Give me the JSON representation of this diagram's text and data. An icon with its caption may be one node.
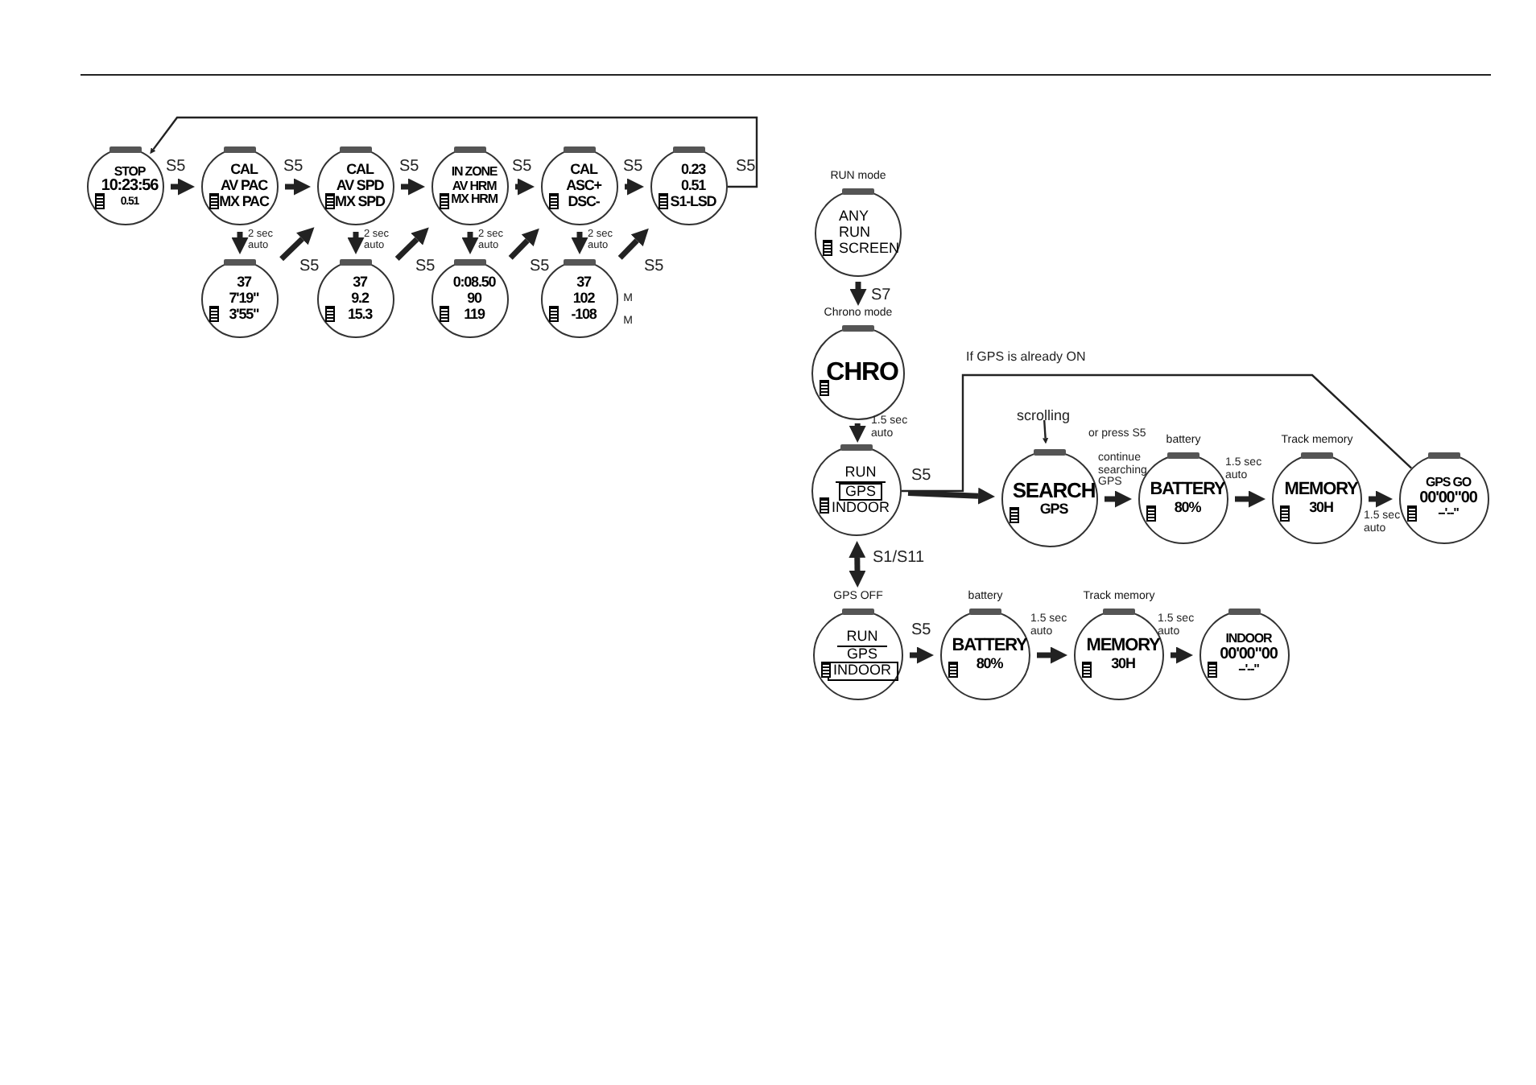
{
  "diagram": {
    "nodes": [
      {
        "text": [
          "STOP",
          "10:23:56",
          "0.51"
        ]
      },
      {
        "text": [
          "CAL",
          "AV PAC",
          "MX PAC"
        ]
      },
      {
        "text": [
          "CAL",
          "AV SPD",
          "MX SPD"
        ]
      },
      {
        "text": [
          "IN ZONE",
          "AV HRM",
          "MX HRM"
        ]
      },
      {
        "text": [
          "CAL",
          "ASC+",
          "DSC-"
        ]
      },
      {
        "text": [
          "0.23",
          "0.51",
          "S1-LSD"
        ]
      },
      {
        "text": [
          "37",
          "7'19\"",
          "3'55\""
        ]
      },
      {
        "text": [
          "37",
          "9.2",
          "15.3"
        ]
      },
      {
        "text": [
          "0:08.50",
          "90",
          "119"
        ]
      },
      {
        "text": [
          "37",
          "102",
          "-108"
        ],
        "beside": [
          "M",
          "M"
        ]
      },
      {
        "text": [
          "ANY",
          "RUN",
          "SCREEN"
        ],
        "beside": [
          "RUN mode"
        ]
      },
      {
        "text": [
          "CHRO"
        ],
        "beside": [
          "Chrono mode"
        ]
      },
      {
        "text": [
          "RUN",
          "GPS",
          "INDOOR"
        ]
      },
      {
        "text": [
          "SEARCH",
          "GPS"
        ]
      },
      {
        "text": [
          "BATTERY",
          "80%"
        ],
        "beside": [
          "battery"
        ]
      },
      {
        "text": [
          "MEMORY",
          "30H"
        ],
        "beside": [
          "Track memory"
        ]
      },
      {
        "text": [
          "GPS GO",
          "00'00\"00",
          "--'--\""
        ]
      },
      {
        "text": [
          "RUN",
          "GPS",
          "INDOOR"
        ],
        "beside": [
          "GPS OFF"
        ]
      },
      {
        "text": [
          "BATTERY",
          "80%"
        ],
        "beside": [
          "battery"
        ]
      },
      {
        "text": [
          "MEMORY",
          "30H"
        ],
        "beside": [
          "Track memory"
        ]
      },
      {
        "text": [
          "INDOOR",
          "00'00\"00",
          "--'--\""
        ]
      },
      {
        "text": [
          "scrolling"
        ]
      }
    ],
    "edges": [
      {
        "from": 0,
        "to": 1,
        "arrow": "to",
        "label": "S5"
      },
      {
        "from": 1,
        "to": 2,
        "arrow": "to",
        "label": "S5"
      },
      {
        "from": 2,
        "to": 3,
        "arrow": "to",
        "label": "S5"
      },
      {
        "from": 3,
        "to": 4,
        "arrow": "to",
        "label": "S5"
      },
      {
        "from": 4,
        "to": 5,
        "arrow": "to",
        "label": "S5"
      },
      {
        "from": 5,
        "to": 0,
        "arrow": "to",
        "label": "S5"
      },
      {
        "from": 1,
        "to": 6,
        "arrow": "to",
        "label": "2 sec auto"
      },
      {
        "from": 6,
        "to": 2,
        "arrow": "to",
        "label": "S5"
      },
      {
        "from": 2,
        "to": 7,
        "arrow": "to",
        "label": "2 sec auto"
      },
      {
        "from": 7,
        "to": 3,
        "arrow": "to",
        "label": "S5"
      },
      {
        "from": 3,
        "to": 8,
        "arrow": "to",
        "label": "2 sec auto"
      },
      {
        "from": 8,
        "to": 4,
        "arrow": "to",
        "label": "S5"
      },
      {
        "from": 4,
        "to": 9,
        "arrow": "to",
        "label": "2 sec auto"
      },
      {
        "from": 9,
        "to": 5,
        "arrow": "to",
        "label": "S5"
      },
      {
        "from": 10,
        "to": 11,
        "arrow": "to",
        "label": "S7"
      },
      {
        "from": 11,
        "to": 12,
        "arrow": "to",
        "label": "1.5 sec auto"
      },
      {
        "from": 12,
        "to": 13,
        "arrow": "to",
        "label": "S5"
      },
      {
        "from": 12,
        "to": 16,
        "arrow": "none",
        "label": "If GPS is already ON"
      },
      {
        "from": 13,
        "to": 14,
        "arrow": "to",
        "label": "continue searching GPS"
      },
      {
        "from": 14,
        "to": 15,
        "arrow": "to",
        "label": "1.5 sec auto"
      },
      {
        "from": 15,
        "to": 16,
        "arrow": "to",
        "label": "1.5 sec auto"
      },
      {
        "from": 12,
        "to": 17,
        "arrow": "both",
        "label": "S1/S11"
      },
      {
        "from": 17,
        "to": 18,
        "arrow": "to",
        "label": "S5"
      },
      {
        "from": 18,
        "to": 19,
        "arrow": "to",
        "label": "1.5 sec auto"
      },
      {
        "from": 19,
        "to": 20,
        "arrow": "to",
        "label": "1.5 sec auto"
      },
      {
        "from": 21,
        "to": 13,
        "arrow": "to"
      }
    ],
    "labels": [
      "or press S5"
    ]
  }
}
